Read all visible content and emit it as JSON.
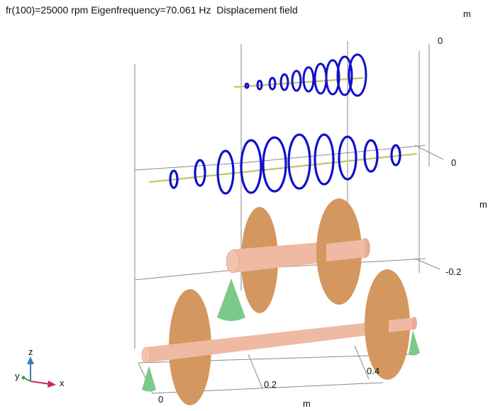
{
  "plot": {
    "title": "fr(100)=25000 rpm Eigenfrequency=70.061 Hz  Displacement field",
    "unit_top_right": "m",
    "unit_right": "m",
    "unit_bottom": "m",
    "tick_z_top": "0",
    "tick_y_mid": "0",
    "tick_y_low": "-0.2",
    "tick_x_0": "0",
    "tick_x_02": "0.2",
    "tick_x_04": "0.4"
  },
  "triad": {
    "z": "z",
    "y": "y",
    "x": "x"
  },
  "colors": {
    "orbit": "#1010cc",
    "shaft_line": "#e8e28a",
    "disk": "#d4975f",
    "shaft": "#efb9a4",
    "cone": "#7cc98a",
    "grid": "#8a8a8a",
    "triad_z": "#3a7ab8",
    "triad_x": "#d0245e",
    "triad_y": "#3ea040"
  }
}
